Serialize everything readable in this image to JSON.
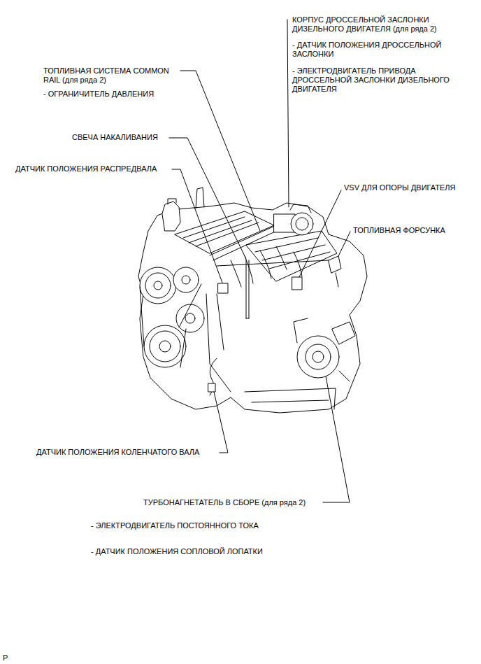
{
  "diagram": {
    "labels": [
      "КОРПУС ДРОССЕЛЬНОЙ ЗАСЛОНКИ ДИЗЕЛЬНОГО ДВИГАТЕЛЯ (для ряда 2)",
      "- ДАТЧИК ПОЛОЖЕНИЯ ДРОССЕЛЬНОЙ ЗАСЛОНКИ",
      "- ЭЛЕКТРОДВИГАТЕЛЬ ПРИВОДА ДРОССЕЛЬНОЙ ЗАСЛОНКИ ДИЗЕЛЬНОГО ДВИГАТЕЛЯ",
      "ТОПЛИВНАЯ СИСТЕМА COMMON RAIL (для ряда 2)",
      "- ОГРАНИЧИТЕЛЬ ДАВЛЕНИЯ",
      "СВЕЧА НАКАЛИВАНИЯ",
      "ДАТЧИК ПОЛОЖЕНИЯ РАСПРЕДВАЛА",
      "VSV ДЛЯ ОПОРЫ ДВИГАТЕЛЯ",
      "ТОПЛИВНАЯ ФОРСУНКА",
      "ДАТЧИК ПОЛОЖЕНИЯ КОЛЕНЧАТОГО ВАЛА",
      "ТУРБОНАГНЕТАТЕЛЬ В СБОРЕ (для ряда 2)",
      "- ЭЛЕКТРОДВИГАТЕЛЬ ПОСТОЯННОГО ТОКА",
      "- ДАТЧИК ПОЛОЖЕНИЯ СОПЛОВОЙ ЛОПАТКИ",
      "P"
    ]
  }
}
